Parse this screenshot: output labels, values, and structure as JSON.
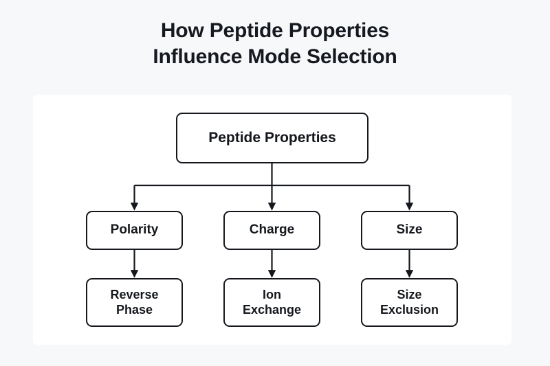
{
  "title": {
    "line1": "How Peptide Properties",
    "line2": "Influence Mode Selection"
  },
  "colors": {
    "page_background": "#f7f8fa",
    "card_background": "#ffffff",
    "node_border": "#14181d",
    "text": "#16191f",
    "edge": "#14181d"
  },
  "diagram": {
    "type": "flowchart",
    "orientation": "top-down",
    "root": {
      "id": "peptide-properties",
      "label": "Peptide Properties"
    },
    "branches": [
      {
        "property": {
          "id": "polarity",
          "label": "Polarity"
        },
        "mode": {
          "id": "reverse-phase",
          "label": "Reverse\nPhase"
        }
      },
      {
        "property": {
          "id": "charge",
          "label": "Charge"
        },
        "mode": {
          "id": "ion-exchange",
          "label": "Ion\nExchange"
        }
      },
      {
        "property": {
          "id": "size",
          "label": "Size"
        },
        "mode": {
          "id": "size-exclusion",
          "label": "Size\nExclusion"
        }
      }
    ],
    "edges": [
      {
        "from": "peptide-properties",
        "to": "polarity",
        "style": "elbow-arrow"
      },
      {
        "from": "peptide-properties",
        "to": "charge",
        "style": "straight-arrow"
      },
      {
        "from": "peptide-properties",
        "to": "size",
        "style": "elbow-arrow"
      },
      {
        "from": "polarity",
        "to": "reverse-phase",
        "style": "straight-arrow"
      },
      {
        "from": "charge",
        "to": "ion-exchange",
        "style": "straight-arrow"
      },
      {
        "from": "size",
        "to": "size-exclusion",
        "style": "straight-arrow"
      }
    ]
  }
}
